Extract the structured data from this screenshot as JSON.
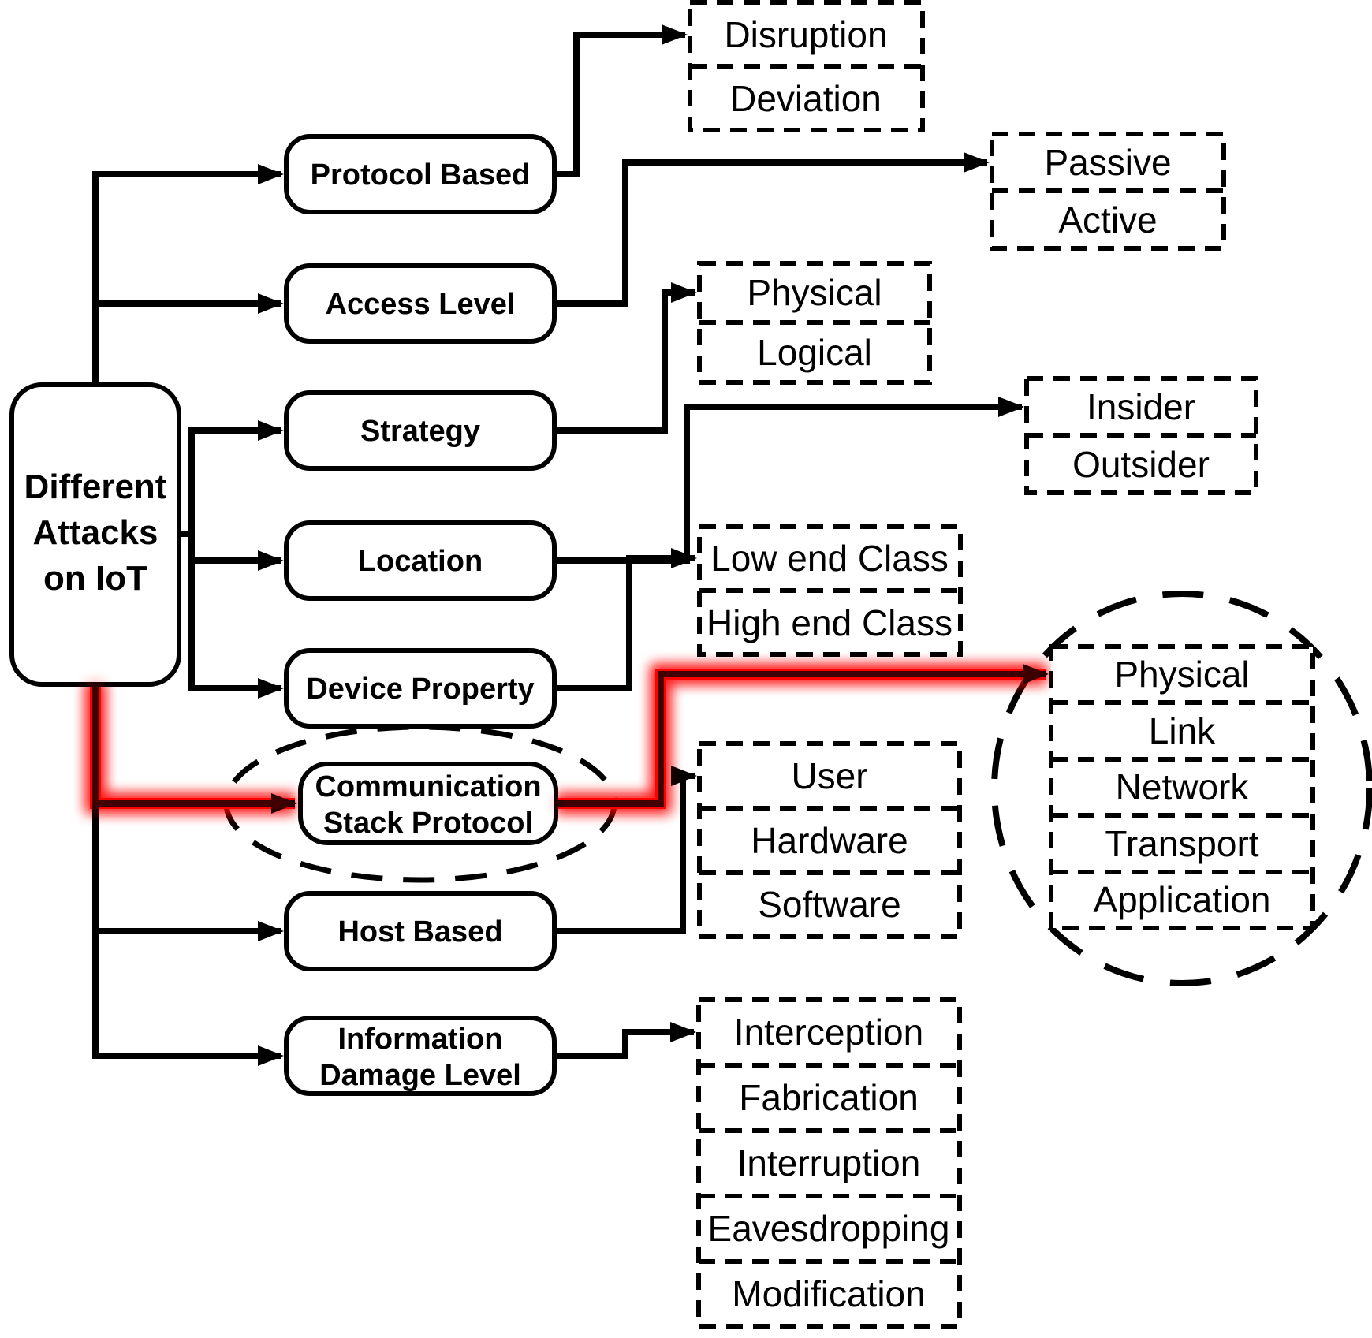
{
  "diagram_title": "Different Attacks on IoT",
  "root": {
    "lines": [
      "Different",
      "Attacks",
      "on IoT"
    ]
  },
  "categories": [
    {
      "label": "Protocol Based"
    },
    {
      "label": "Access Level"
    },
    {
      "label": "Strategy"
    },
    {
      "label": "Location"
    },
    {
      "label": "Device Property"
    },
    {
      "lines": [
        "Communication",
        "Stack Protocol"
      ],
      "highlighted": true,
      "circled": true
    },
    {
      "label": "Host Based"
    },
    {
      "lines": [
        "Information",
        "Damage Level"
      ]
    }
  ],
  "leaf_groups": {
    "protocol_based": {
      "items": [
        "Disruption",
        "Deviation"
      ]
    },
    "access_level": {
      "items": [
        "Passive",
        "Active"
      ]
    },
    "strategy": {
      "items": [
        "Physical",
        "Logical"
      ]
    },
    "location": {
      "items": [
        "Insider",
        "Outsider"
      ]
    },
    "device_property": {
      "items": [
        "Low end Class",
        "High end Class"
      ]
    },
    "communication_stack_protocol": {
      "items": [
        "Physical",
        "Link",
        "Network",
        "Transport",
        "Application"
      ],
      "circled": true
    },
    "host_based": {
      "items": [
        "User",
        "Hardware",
        "Software"
      ]
    },
    "information_damage_level": {
      "items": [
        "Interception",
        "Fabrication",
        "Interruption",
        "Eavesdropping",
        "Modification"
      ]
    }
  },
  "colors": {
    "line": "#000000",
    "highlight": "#ff0000",
    "box_fill": "#ffffff",
    "background": "#ffffff"
  }
}
